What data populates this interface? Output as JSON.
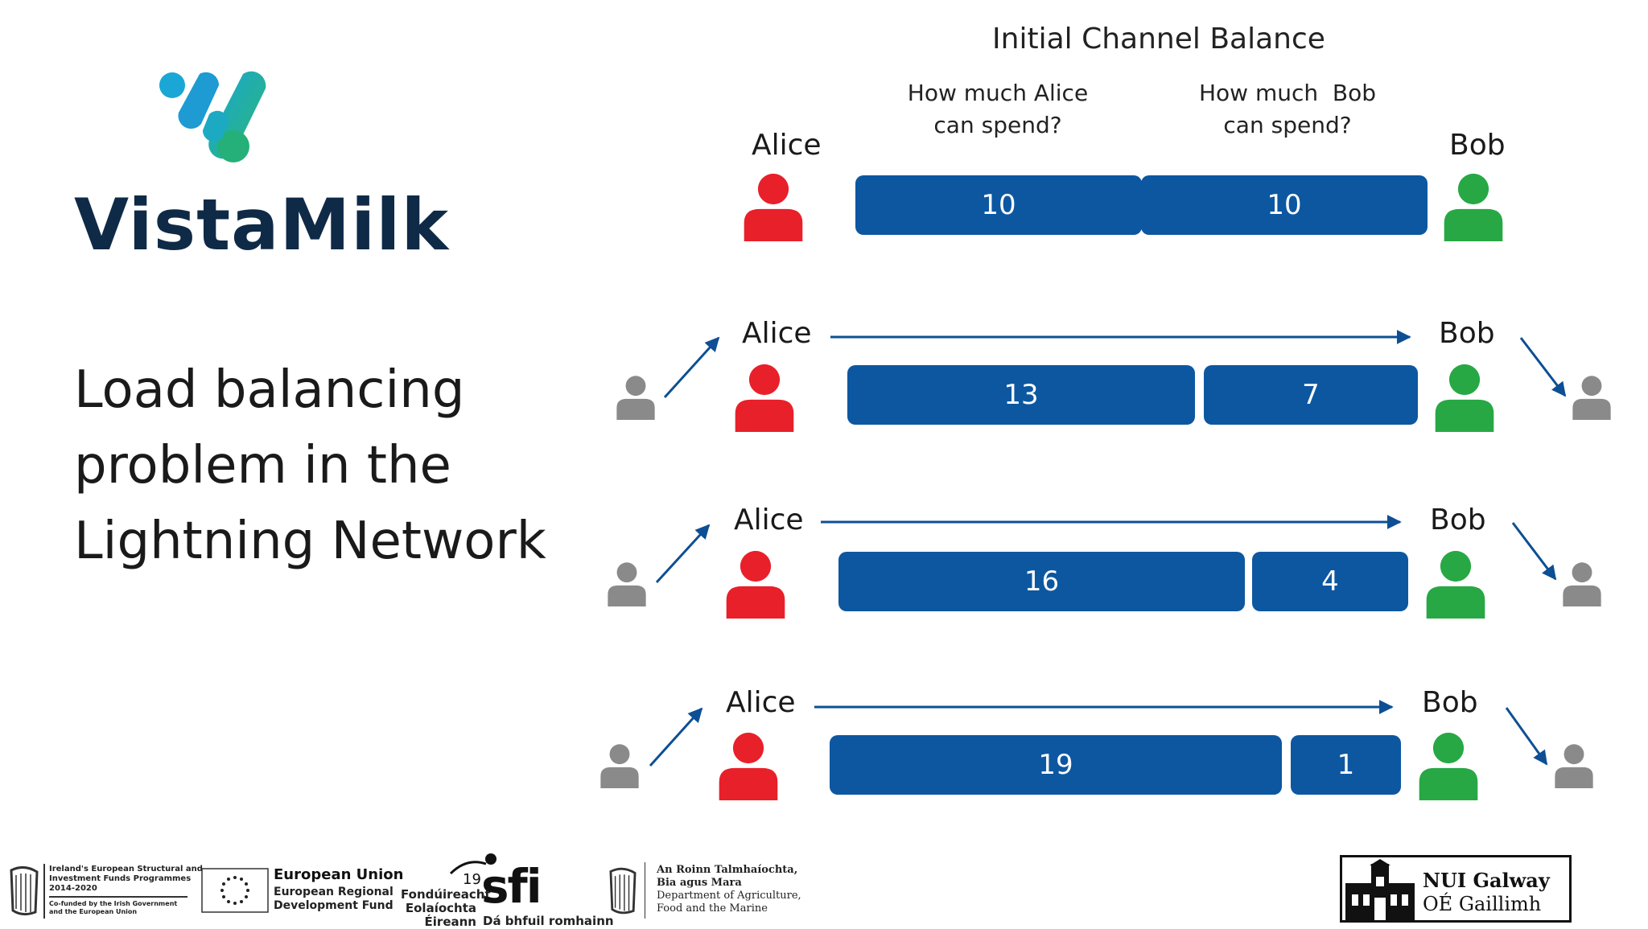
{
  "logo": {
    "text": "VistaMilk"
  },
  "slide_title": {
    "lines": [
      "Load balancing",
      "problem in the",
      "Lightning Network"
    ]
  },
  "header": {
    "title": "Initial Channel Balance",
    "alice_question": [
      "How much Alice",
      "can spend?"
    ],
    "bob_question": [
      "How much  Bob",
      "can spend?"
    ]
  },
  "rows": [
    {
      "alice": "Alice",
      "bob": "Bob",
      "alice_value": "10",
      "bob_value": "10"
    },
    {
      "alice": "Alice",
      "bob": "Bob",
      "alice_value": "13",
      "bob_value": "7"
    },
    {
      "alice": "Alice",
      "bob": "Bob",
      "alice_value": "16",
      "bob_value": "4"
    },
    {
      "alice": "Alice",
      "bob": "Bob",
      "alice_value": "19",
      "bob_value": "1"
    }
  ],
  "colors": {
    "bar": "#0d57a1",
    "alice": "#e8202a",
    "bob": "#27a844",
    "other_person": "#8a8a8a",
    "arrow": "#0d4f94"
  },
  "footer": {
    "esif": [
      "Ireland's European Structural and",
      "Investment Funds Programmes",
      "2014-2020",
      "Co-funded by the Irish Government",
      "and the European Union"
    ],
    "eu": {
      "title": "European Union",
      "lines": [
        "European Regional",
        "Development Fund"
      ]
    },
    "sfi": {
      "lines": [
        "Fondúireacht",
        "Eolaíochta",
        "Éireann"
      ],
      "tagline": "Dá bhfuil romhainn",
      "mark": "sfi",
      "num": "19"
    },
    "dept": [
      "An Roinn Talmhaíochta,",
      "Bia agus Mara",
      "Department of Agriculture,",
      "Food and the Marine"
    ],
    "nui": [
      "NUI Galway",
      "OÉ Gaillimh"
    ]
  }
}
